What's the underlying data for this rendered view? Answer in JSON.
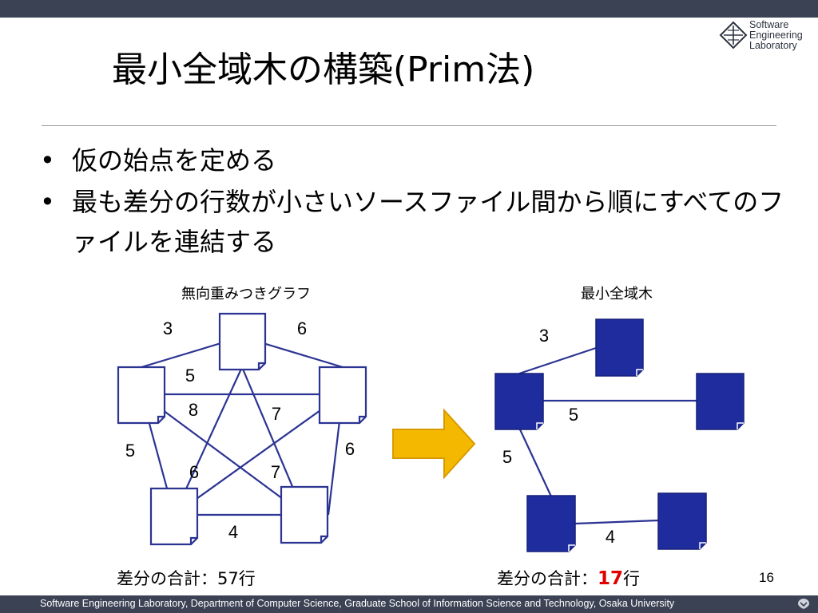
{
  "slide": {
    "title": "最小全域木の構築(Prim法)",
    "bullets": [
      {
        "text": "仮の始点を定める"
      },
      {
        "text": "最も差分の行数が小さいソースファイル間から順にすべてのファイルを連結する"
      }
    ],
    "page_number": "16",
    "footer": "Software Engineering Laboratory, Department of Computer Science, Graduate School of Information Science and Technology, Osaka University"
  },
  "logo": {
    "line1": "Software",
    "line2": "Engineering",
    "line3": "Laboratory"
  },
  "left_diagram": {
    "caption": "無向重みつきグラフ",
    "edge_labels": [
      "3",
      "6",
      "5",
      "8",
      "7",
      "5",
      "6",
      "6",
      "7",
      "4"
    ],
    "total_label": "差分の合計：57行"
  },
  "right_diagram": {
    "caption": "最小全域木",
    "edge_labels": [
      "3",
      "5",
      "5",
      "4"
    ],
    "total_prefix": "差分の合計：",
    "total_value": "17",
    "total_suffix": "行"
  },
  "colors": {
    "bar": "#3b4254",
    "edge": "#2b3393",
    "file_fill_dark": "#1f2c9e",
    "arrow": "#f5b800",
    "highlight": "#e00000"
  }
}
